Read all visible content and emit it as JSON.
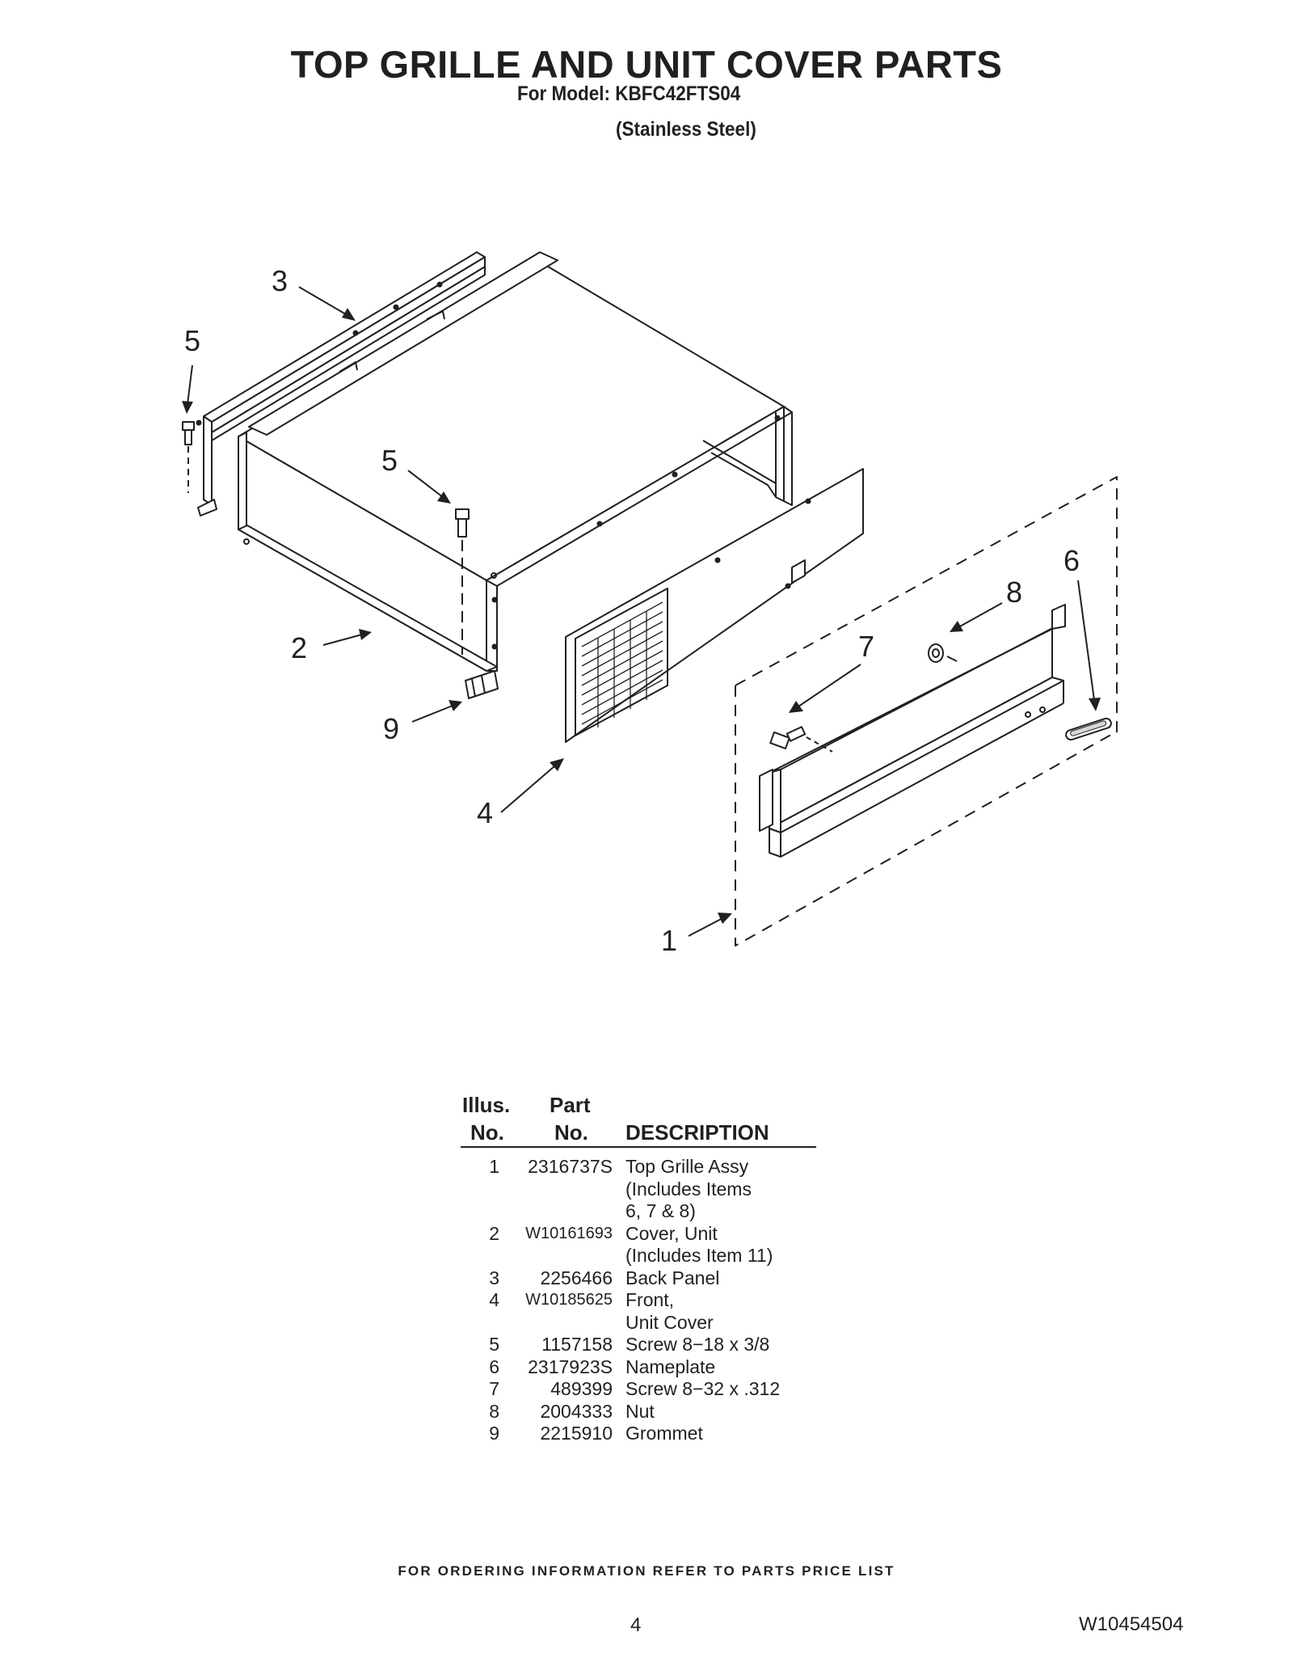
{
  "header": {
    "title": "TOP GRILLE AND UNIT COVER PARTS",
    "model_line": "For Model: KBFC42FTS04",
    "variant": "(Stainless Steel)"
  },
  "diagram": {
    "callouts": [
      {
        "key": "c3",
        "label": "3"
      },
      {
        "key": "c5a",
        "label": "5"
      },
      {
        "key": "c5b",
        "label": "5"
      },
      {
        "key": "c2",
        "label": "2"
      },
      {
        "key": "c9",
        "label": "9"
      },
      {
        "key": "c4",
        "label": "4"
      },
      {
        "key": "c6",
        "label": "6"
      },
      {
        "key": "c8",
        "label": "8"
      },
      {
        "key": "c7",
        "label": "7"
      },
      {
        "key": "c1",
        "label": "1"
      }
    ]
  },
  "parts_table": {
    "headers": {
      "illus_line1": "Illus.",
      "illus_line2": "No.",
      "part_line1": "Part",
      "part_line2": "No.",
      "description": "DESCRIPTION"
    },
    "rows": [
      {
        "illus": "1",
        "part": "2316737S",
        "desc": "Top Grille Assy"
      },
      {
        "illus": "",
        "part": "",
        "desc": "(Includes Items"
      },
      {
        "illus": "",
        "part": "",
        "desc": "6, 7 & 8)"
      },
      {
        "illus": "2",
        "part": "W10161693",
        "desc": "Cover, Unit"
      },
      {
        "illus": "",
        "part": "",
        "desc": "(Includes Item 11)"
      },
      {
        "illus": "3",
        "part": "2256466",
        "desc": "Back Panel"
      },
      {
        "illus": "4",
        "part": "W10185625",
        "desc": "Front,"
      },
      {
        "illus": "",
        "part": "",
        "desc": "Unit Cover"
      },
      {
        "illus": "5",
        "part": "1157158",
        "desc": "Screw 8−18 x 3/8"
      },
      {
        "illus": "6",
        "part": "2317923S",
        "desc": "Nameplate"
      },
      {
        "illus": "7",
        "part": "489399",
        "desc": "Screw 8−32 x .312"
      },
      {
        "illus": "8",
        "part": "2004333",
        "desc": "Nut"
      },
      {
        "illus": "9",
        "part": "2215910",
        "desc": "Grommet"
      }
    ]
  },
  "footer": {
    "ordering_note": "FOR ORDERING INFORMATION REFER TO PARTS PRICE LIST",
    "page_number": "4",
    "document_number": "W10454504"
  }
}
